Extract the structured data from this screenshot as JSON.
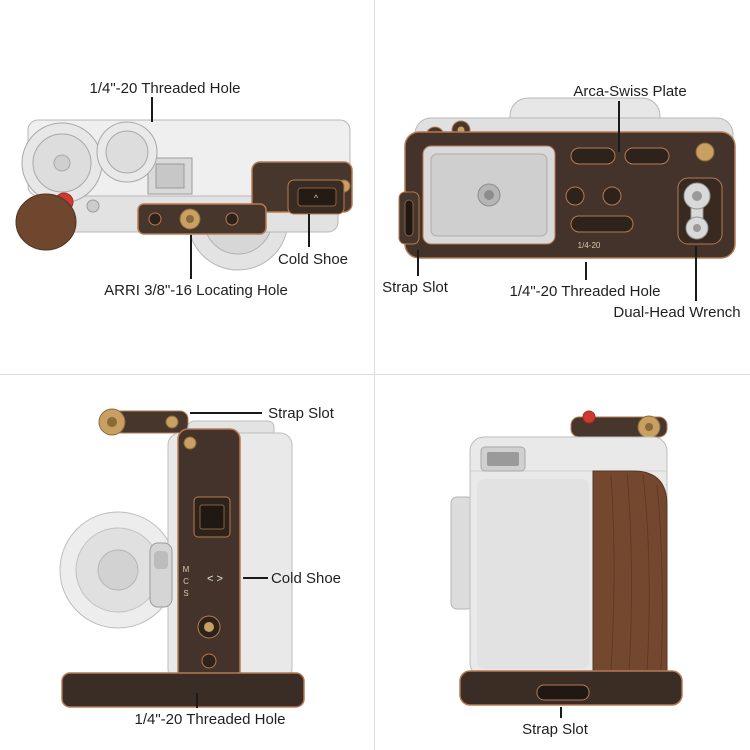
{
  "page": {
    "background": "#ffffff",
    "divider_color": "#dcdcdc"
  },
  "colors": {
    "cage_dark": "#43332a",
    "copper_outline": "#b57b53",
    "camera_gray": "#e9e9e9",
    "wood_brown": "#74482e",
    "brass_gold": "#c9a062",
    "accent_red": "#cf3a30",
    "label_text": "#1f1f1f"
  },
  "views": {
    "top": {
      "name": "camera-top-view",
      "callouts": {
        "threaded_hole": "1/4\"-20 Threaded Hole",
        "cold_shoe": "Cold Shoe",
        "arri_hole": "ARRI 3/8\"-16 Locating Hole"
      }
    },
    "bottom": {
      "name": "camera-bottom-view",
      "callouts": {
        "arca_swiss": "Arca-Swiss Plate",
        "strap_slot": "Strap Slot",
        "threaded_hole": "1/4\"-20 Threaded Hole",
        "wrench": "Dual-Head Wrench"
      }
    },
    "side": {
      "name": "camera-side-view",
      "callouts": {
        "strap_slot": "Strap Slot",
        "cold_shoe": "Cold Shoe",
        "threaded_hole": "1/4\"-20 Threaded Hole"
      }
    },
    "back": {
      "name": "camera-back-view",
      "callouts": {
        "strap_slot": "Strap Slot"
      }
    }
  },
  "engravings": {
    "chevron": "^",
    "quarter20": "1/4-20",
    "m": "M",
    "c": "C",
    "s": "S",
    "arrows": "< >"
  }
}
